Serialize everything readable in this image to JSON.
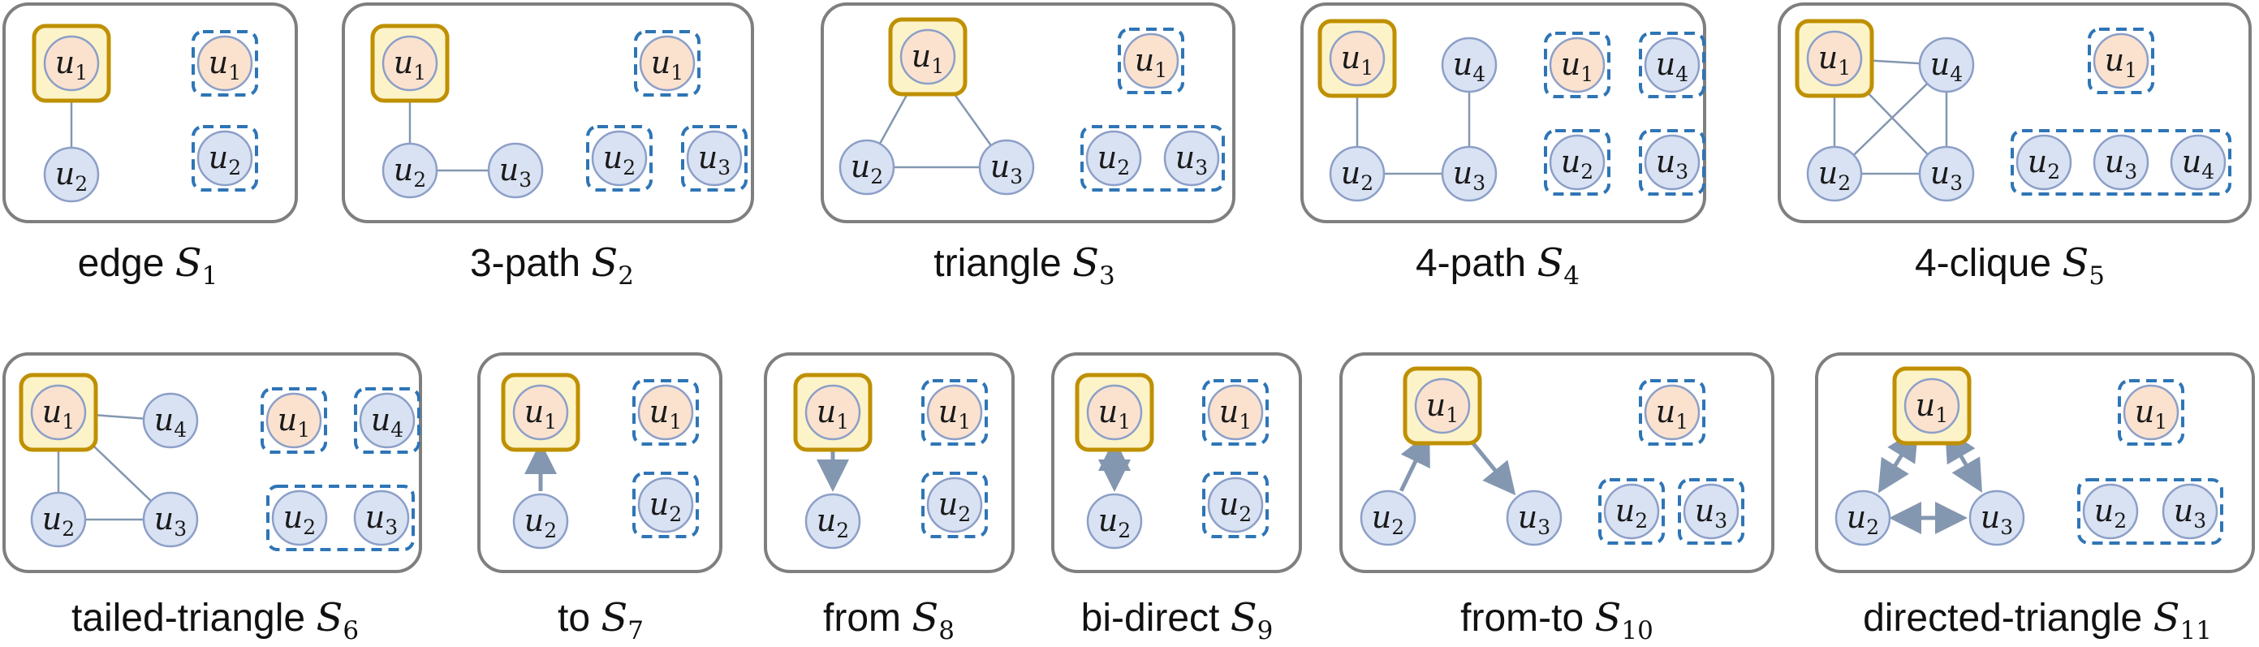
{
  "colors": {
    "panel_stroke": "#7f7f7f",
    "anchor_node_fill": "#fbe2cf",
    "other_node_fill": "#d9e2f3",
    "node_stroke": "#8c9fc7",
    "highlight_fill": "#fdf3c9",
    "highlight_stroke": "#bf9000",
    "orbit_box_stroke": "#2e75b6",
    "edge_color": "#8497b0",
    "caption_color": "#111111"
  },
  "node_letter": "u",
  "subgraphs": [
    {
      "id": "edge",
      "caption_name": "edge",
      "caption_symbol": "S",
      "caption_index": "1",
      "nodes": [
        "1",
        "2"
      ],
      "anchor": "1",
      "edges": [
        [
          "1",
          "2"
        ]
      ],
      "directed_edges": [],
      "orbit_groups": [
        [
          "1"
        ],
        [
          "2"
        ]
      ]
    },
    {
      "id": "3-path",
      "caption_name": "3-path",
      "caption_symbol": "S",
      "caption_index": "2",
      "nodes": [
        "1",
        "2",
        "3"
      ],
      "anchor": "1",
      "edges": [
        [
          "1",
          "2"
        ],
        [
          "2",
          "3"
        ]
      ],
      "directed_edges": [],
      "orbit_groups": [
        [
          "1"
        ],
        [
          "2"
        ],
        [
          "3"
        ]
      ]
    },
    {
      "id": "triangle",
      "caption_name": "triangle",
      "caption_symbol": "S",
      "caption_index": "3",
      "nodes": [
        "1",
        "2",
        "3"
      ],
      "anchor": "1",
      "edges": [
        [
          "1",
          "2"
        ],
        [
          "1",
          "3"
        ],
        [
          "2",
          "3"
        ]
      ],
      "directed_edges": [],
      "orbit_groups": [
        [
          "1"
        ],
        [
          "2",
          "3"
        ]
      ]
    },
    {
      "id": "4-path",
      "caption_name": "4-path",
      "caption_symbol": "S",
      "caption_index": "4",
      "nodes": [
        "1",
        "2",
        "3",
        "4"
      ],
      "anchor": "1",
      "edges": [
        [
          "1",
          "2"
        ],
        [
          "2",
          "3"
        ],
        [
          "3",
          "4"
        ]
      ],
      "directed_edges": [],
      "orbit_groups": [
        [
          "1"
        ],
        [
          "4"
        ],
        [
          "2"
        ],
        [
          "3"
        ]
      ]
    },
    {
      "id": "4-clique",
      "caption_name": "4-clique",
      "caption_symbol": "S",
      "caption_index": "5",
      "nodes": [
        "1",
        "2",
        "3",
        "4"
      ],
      "anchor": "1",
      "edges": [
        [
          "1",
          "2"
        ],
        [
          "1",
          "3"
        ],
        [
          "1",
          "4"
        ],
        [
          "2",
          "3"
        ],
        [
          "2",
          "4"
        ],
        [
          "3",
          "4"
        ]
      ],
      "directed_edges": [],
      "orbit_groups": [
        [
          "1"
        ],
        [
          "2",
          "3",
          "4"
        ]
      ]
    },
    {
      "id": "tailed-triangle",
      "caption_name": "tailed-triangle",
      "caption_symbol": "S",
      "caption_index": "6",
      "nodes": [
        "1",
        "2",
        "3",
        "4"
      ],
      "anchor": "1",
      "edges": [
        [
          "1",
          "2"
        ],
        [
          "1",
          "3"
        ],
        [
          "2",
          "3"
        ],
        [
          "1",
          "4"
        ]
      ],
      "directed_edges": [],
      "orbit_groups": [
        [
          "1"
        ],
        [
          "4"
        ],
        [
          "2",
          "3"
        ]
      ]
    },
    {
      "id": "to",
      "caption_name": "to",
      "caption_symbol": "S",
      "caption_index": "7",
      "nodes": [
        "1",
        "2"
      ],
      "anchor": "1",
      "edges": [],
      "directed_edges": [
        {
          "from": "2",
          "to": "1",
          "bidirectional": false
        }
      ],
      "orbit_groups": [
        [
          "1"
        ],
        [
          "2"
        ]
      ]
    },
    {
      "id": "from",
      "caption_name": "from",
      "caption_symbol": "S",
      "caption_index": "8",
      "nodes": [
        "1",
        "2"
      ],
      "anchor": "1",
      "edges": [],
      "directed_edges": [
        {
          "from": "1",
          "to": "2",
          "bidirectional": false
        }
      ],
      "orbit_groups": [
        [
          "1"
        ],
        [
          "2"
        ]
      ]
    },
    {
      "id": "bi-direct",
      "caption_name": "bi-direct",
      "caption_symbol": "S",
      "caption_index": "9",
      "nodes": [
        "1",
        "2"
      ],
      "anchor": "1",
      "edges": [],
      "directed_edges": [
        {
          "from": "1",
          "to": "2",
          "bidirectional": true
        }
      ],
      "orbit_groups": [
        [
          "1"
        ],
        [
          "2"
        ]
      ]
    },
    {
      "id": "from-to",
      "caption_name": "from-to",
      "caption_symbol": "S",
      "caption_index": "10",
      "nodes": [
        "1",
        "2",
        "3"
      ],
      "anchor": "1",
      "edges": [],
      "directed_edges": [
        {
          "from": "2",
          "to": "1",
          "bidirectional": false
        },
        {
          "from": "1",
          "to": "3",
          "bidirectional": false
        }
      ],
      "orbit_groups": [
        [
          "1"
        ],
        [
          "2"
        ],
        [
          "3"
        ]
      ]
    },
    {
      "id": "directed-triangle",
      "caption_name": "directed-triangle",
      "caption_symbol": "S",
      "caption_index": "11",
      "nodes": [
        "1",
        "2",
        "3"
      ],
      "anchor": "1",
      "edges": [],
      "directed_edges": [
        {
          "from": "1",
          "to": "2",
          "bidirectional": true
        },
        {
          "from": "1",
          "to": "3",
          "bidirectional": true
        },
        {
          "from": "2",
          "to": "3",
          "bidirectional": true
        }
      ],
      "orbit_groups": [
        [
          "1"
        ],
        [
          "2",
          "3"
        ]
      ]
    }
  ]
}
